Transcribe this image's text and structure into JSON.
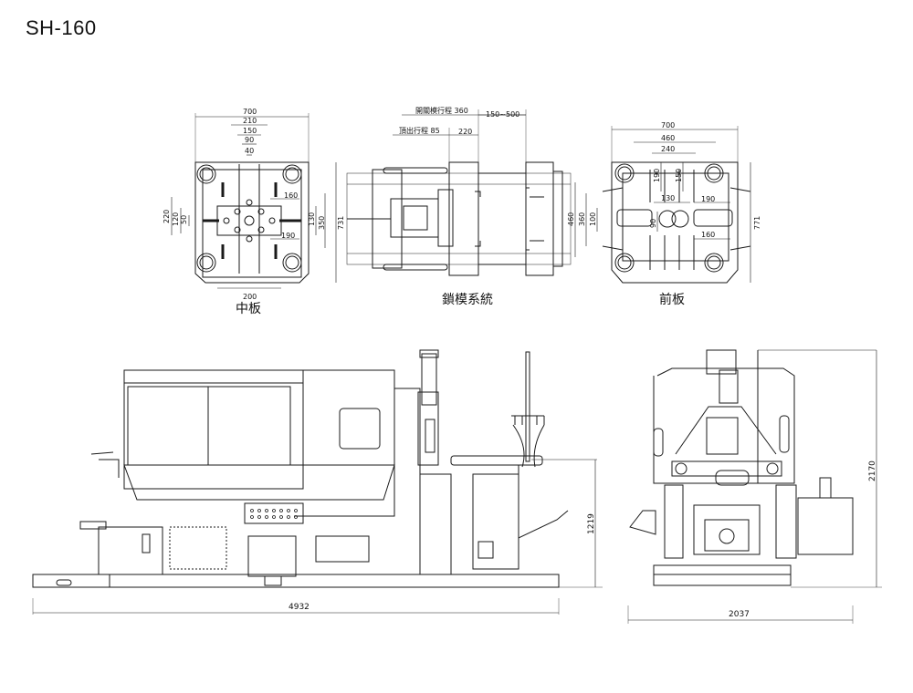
{
  "title": "SH-160",
  "views": {
    "middle_plate": {
      "caption": "中板",
      "dims": {
        "w700": "700",
        "w210": "210",
        "w150": "150",
        "w90": "90",
        "w40": "40",
        "w160": "160",
        "w190": "190",
        "w200": "200",
        "h220": "220",
        "h120": "120",
        "h50": "50",
        "h130": "130",
        "h350": "350",
        "h731": "731"
      }
    },
    "locking_system": {
      "caption": "鎖模系統",
      "dims": {
        "open_stroke": "開關模行程 360",
        "stroke_range": "150~500",
        "eject_stroke": "頂出行程 85",
        "d220": "220"
      }
    },
    "front_plate": {
      "caption": "前板",
      "dims": {
        "w700": "700",
        "w460": "460",
        "w240": "240",
        "h190": "190",
        "h150": "150",
        "w130": "130",
        "w190": "190",
        "w160": "160",
        "h90": "90",
        "h460": "460",
        "h360": "360",
        "h100": "100",
        "h771": "771"
      }
    },
    "side_view": {
      "dims": {
        "length": "4932",
        "height": "1219"
      }
    },
    "end_view": {
      "dims": {
        "width": "2037",
        "height": "2170"
      }
    }
  }
}
